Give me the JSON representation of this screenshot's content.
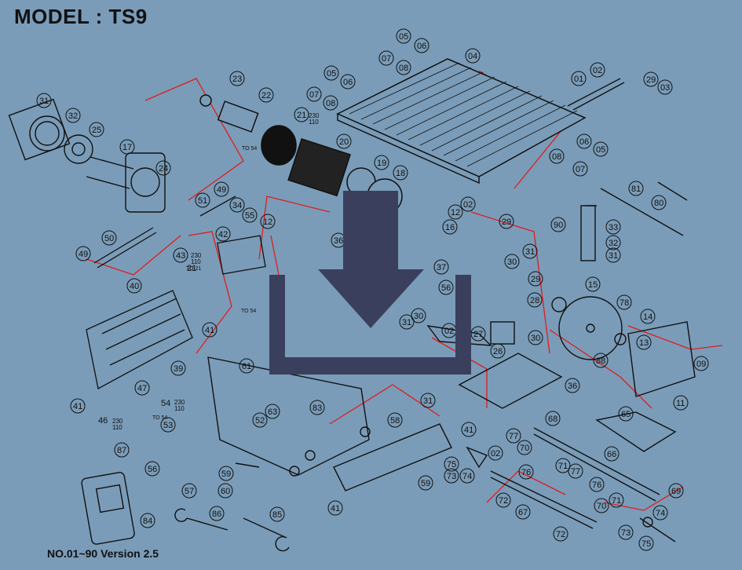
{
  "header": {
    "model_title": "MODEL : TS9"
  },
  "footer": {
    "version_text": "NO.01~90  Version 2.5"
  },
  "overlay": {
    "icon": "download-icon",
    "color": "#3b3f5e"
  },
  "colors": {
    "background": "#7a9cb8",
    "leader": "#e01c1c",
    "line": "#111111"
  },
  "part_numbers": [
    "31",
    "32",
    "25",
    "24",
    "17",
    "23",
    "22",
    "21",
    "20",
    "19",
    "18",
    "05",
    "06",
    "07",
    "08",
    "04",
    "01",
    "02",
    "29",
    "03",
    "05",
    "06",
    "07",
    "08",
    "05",
    "06",
    "07",
    "08",
    "51",
    "49",
    "34",
    "55",
    "12",
    "42",
    "50",
    "49",
    "43",
    "21",
    "40",
    "41",
    "41",
    "39",
    "47",
    "54",
    "53",
    "46",
    "87",
    "56",
    "57",
    "58",
    "59",
    "60",
    "84",
    "86",
    "85",
    "61",
    "52",
    "63",
    "83",
    "36",
    "16",
    "02",
    "12",
    "29",
    "31",
    "30",
    "37",
    "56",
    "30",
    "31",
    "02",
    "29",
    "28",
    "15",
    "78",
    "14",
    "13",
    "88",
    "09",
    "11",
    "30",
    "27",
    "31",
    "26",
    "90",
    "33",
    "32",
    "31",
    "81",
    "80",
    "36",
    "41",
    "59",
    "41",
    "68",
    "66",
    "65",
    "77",
    "70",
    "71",
    "75",
    "74",
    "73",
    "76",
    "02",
    "72",
    "67",
    "70",
    "69",
    "74",
    "75",
    "73",
    "72",
    "76",
    "77",
    "71"
  ],
  "wire_labels": [
    "TO 54",
    "TO 21",
    "TO 54",
    "TO 54",
    "230",
    "110",
    "230",
    "110",
    "230",
    "110",
    "230",
    "110"
  ]
}
